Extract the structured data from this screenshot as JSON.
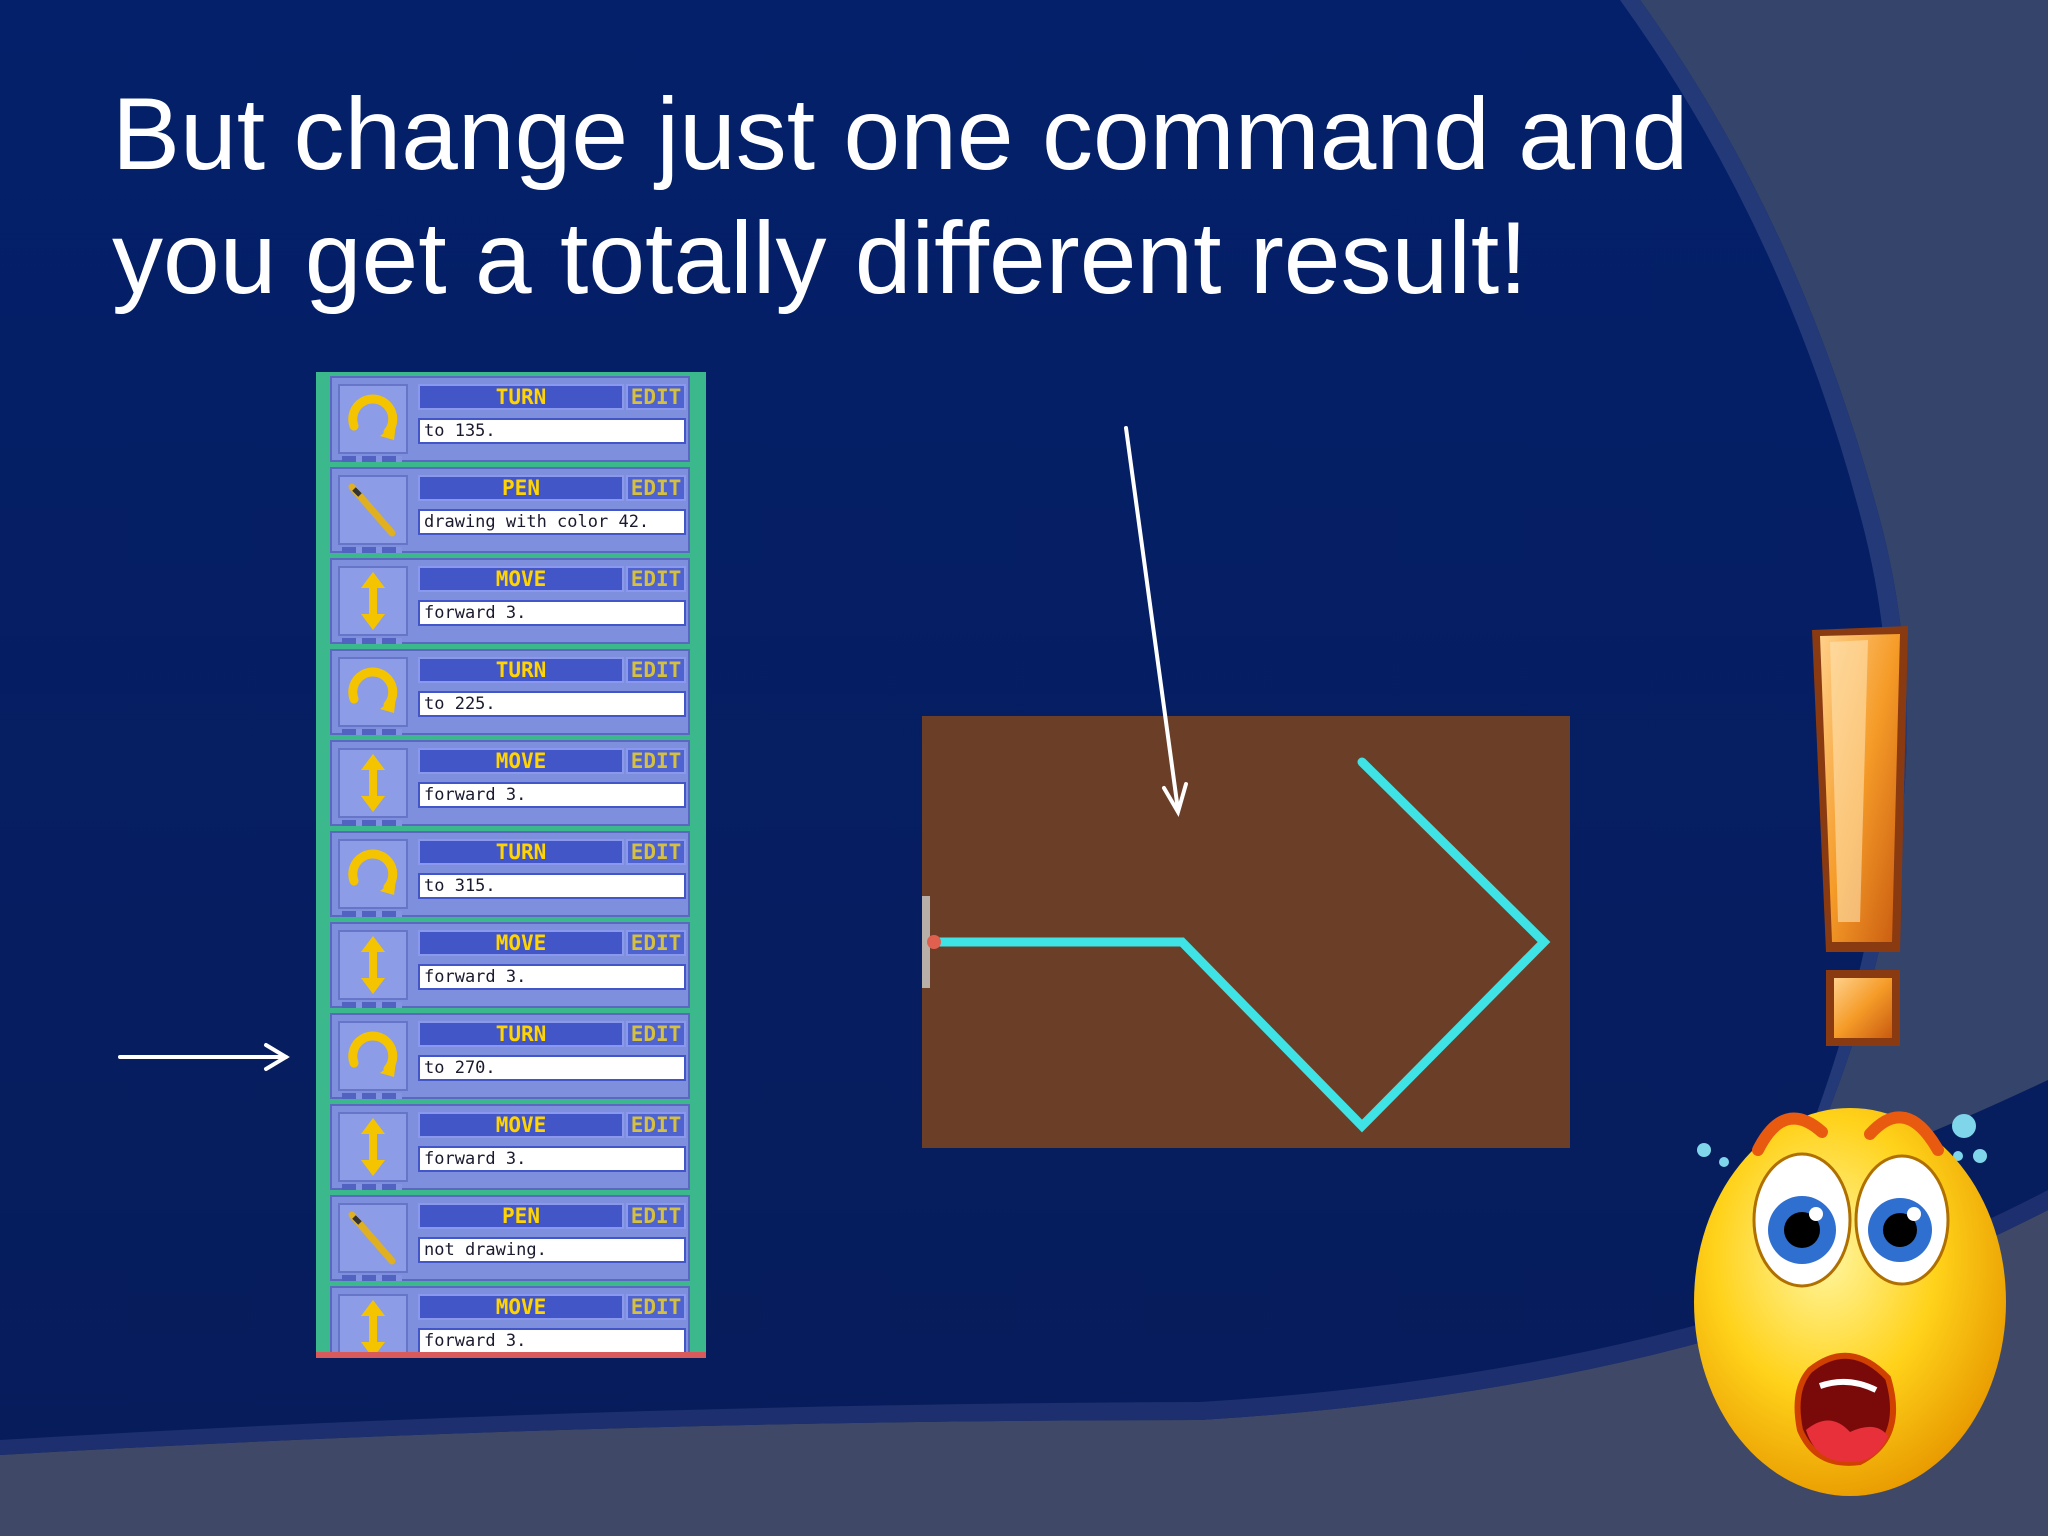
{
  "slide": {
    "title_line1": "But change just one command and",
    "title_line2": "you get a totally different result!"
  },
  "commands": [
    {
      "type": "TURN",
      "icon": "turn-icon",
      "edit_label": "EDIT",
      "param": "to 135."
    },
    {
      "type": "PEN",
      "icon": "pen-icon",
      "edit_label": "EDIT",
      "param": "drawing with color 42."
    },
    {
      "type": "MOVE",
      "icon": "move-icon",
      "edit_label": "EDIT",
      "param": "forward 3."
    },
    {
      "type": "TURN",
      "icon": "turn-icon",
      "edit_label": "EDIT",
      "param": "to 225."
    },
    {
      "type": "MOVE",
      "icon": "move-icon",
      "edit_label": "EDIT",
      "param": "forward 3."
    },
    {
      "type": "TURN",
      "icon": "turn-icon",
      "edit_label": "EDIT",
      "param": "to 315."
    },
    {
      "type": "MOVE",
      "icon": "move-icon",
      "edit_label": "EDIT",
      "param": "forward 3."
    },
    {
      "type": "TURN",
      "icon": "turn-icon",
      "edit_label": "EDIT",
      "param": "to 270."
    },
    {
      "type": "MOVE",
      "icon": "move-icon",
      "edit_label": "EDIT",
      "param": "forward 3."
    },
    {
      "type": "PEN",
      "icon": "pen-icon",
      "edit_label": "EDIT",
      "param": "not drawing."
    },
    {
      "type": "MOVE",
      "icon": "move-icon",
      "edit_label": "EDIT",
      "param": "forward 3."
    }
  ],
  "colors": {
    "background": "#051d61",
    "panel": "#3bb98c",
    "canvas": "#6b3f27",
    "trail": "#3fe3e6",
    "command_text": "#ffd400"
  },
  "decorations": {
    "exclamation": "exclamation-icon",
    "face": "shocked-face-icon"
  }
}
